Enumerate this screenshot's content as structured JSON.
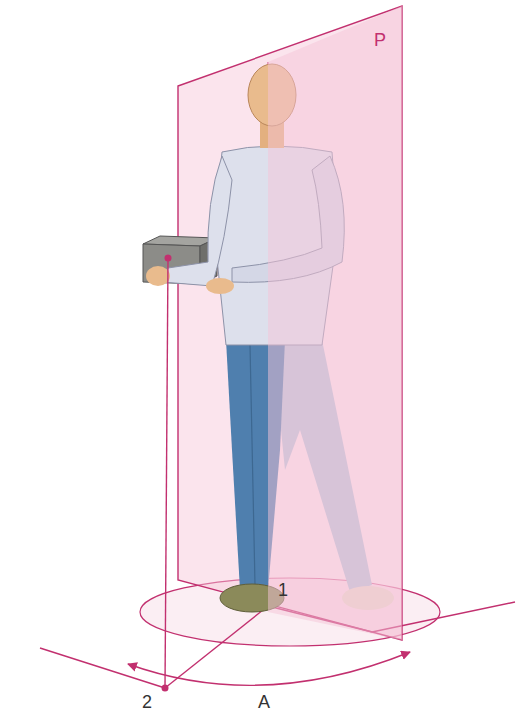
{
  "diagram": {
    "labels": [
      "P",
      "1",
      "2",
      "A"
    ]
  }
}
